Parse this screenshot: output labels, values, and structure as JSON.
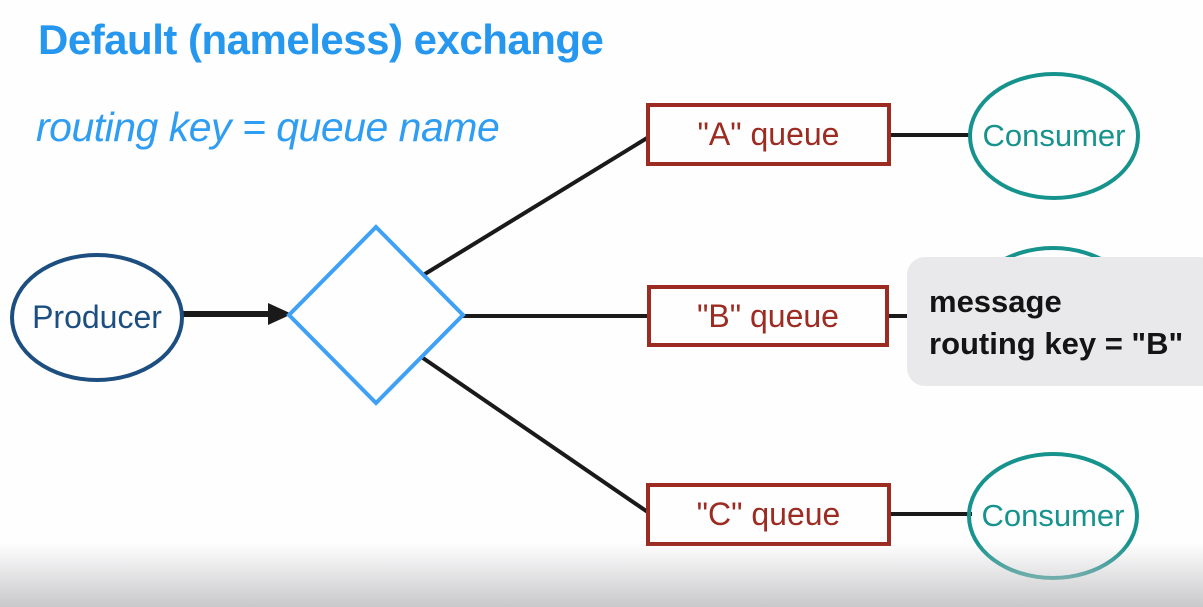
{
  "header": {
    "title": "Default (nameless) exchange",
    "subtitle": "routing key = queue name"
  },
  "diagram": {
    "producer_label": "Producer",
    "queue_a_label": "\"A\" queue",
    "queue_b_label": "\"B\" queue",
    "queue_c_label": "\"C\" queue",
    "consumer_top_label": "Consumer",
    "consumer_bottom_label": "Consumer",
    "tooltip": {
      "line1": "message",
      "line2": "routing key = \"B\""
    }
  },
  "colors": {
    "title_blue": "#2697EE",
    "subtitle_blue": "#2E9DF2",
    "exchange_diamond_blue": "#3FA1F6",
    "producer_navy": "#1C4E80",
    "queue_red": "#9C2B22",
    "consumer_teal": "#17938D",
    "tooltip_bg": "#E9E9EB",
    "line_black": "#1A1A1A"
  }
}
